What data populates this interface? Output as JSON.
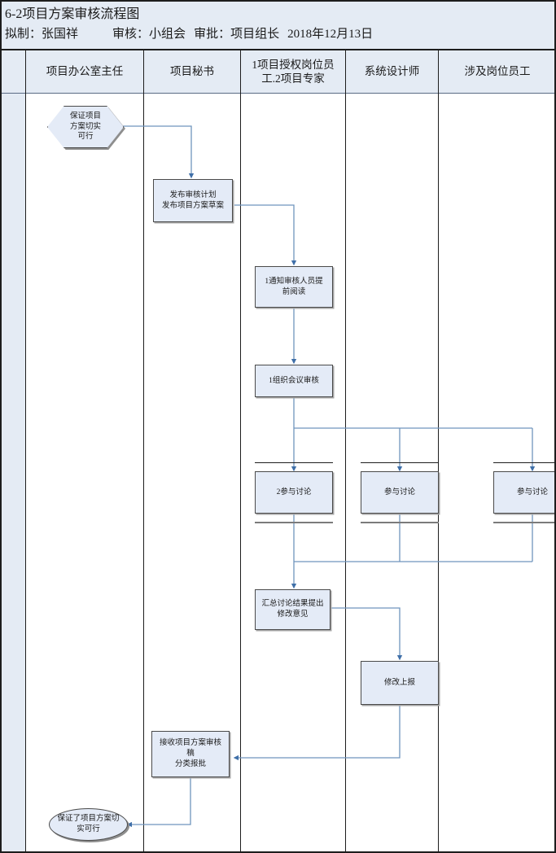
{
  "document": {
    "title": "6-2项目方案审核流程图",
    "meta": {
      "prepared_label": "拟制：",
      "prepared_by": "张国祥",
      "reviewed_label": "审核：",
      "reviewed_by": "小组会",
      "approved_label": "审批：",
      "approved_by": "项目组长",
      "date": "2018年12月13日"
    }
  },
  "lanes": [
    {
      "id": "lane-gutter",
      "label": ""
    },
    {
      "id": "lane-office-director",
      "label": "项目办公室主任"
    },
    {
      "id": "lane-project-secretary",
      "label": "项目秘书"
    },
    {
      "id": "lane-authorized-staff",
      "label": "1项目授权岗位员工.2项目专家"
    },
    {
      "id": "lane-system-designer",
      "label": "系统设计师"
    },
    {
      "id": "lane-involved-staff",
      "label": "涉及岗位员工"
    }
  ],
  "flowchart": {
    "type": "swimlane-flowchart",
    "nodes": [
      {
        "id": "n1",
        "shape": "hexagon",
        "lane": "lane-office-director",
        "text": "保证项目\n方案切实\n可行"
      },
      {
        "id": "n2",
        "shape": "process",
        "lane": "lane-project-secretary",
        "text": "发布审核计划\n发布项目方案草案"
      },
      {
        "id": "n3",
        "shape": "process",
        "lane": "lane-authorized-staff",
        "text": "1通知审核人员提\n前阅读"
      },
      {
        "id": "n4",
        "shape": "process",
        "lane": "lane-authorized-staff",
        "text": "1组织会议审核"
      },
      {
        "id": "n5",
        "shape": "process",
        "lane": "lane-authorized-staff",
        "text": "2参与讨论"
      },
      {
        "id": "n6",
        "shape": "process",
        "lane": "lane-system-designer",
        "text": "参与讨论"
      },
      {
        "id": "n7",
        "shape": "process",
        "lane": "lane-involved-staff",
        "text": "参与讨论"
      },
      {
        "id": "n8",
        "shape": "process",
        "lane": "lane-authorized-staff",
        "text": "汇总讨论结果提出\n修改意见"
      },
      {
        "id": "n9",
        "shape": "process",
        "lane": "lane-system-designer",
        "text": "修改上报"
      },
      {
        "id": "n10",
        "shape": "process",
        "lane": "lane-project-secretary",
        "text": "接收项目方案审核\n稿\n分类报批"
      },
      {
        "id": "n11",
        "shape": "oval",
        "lane": "lane-office-director",
        "text": "保证了项目方案切\n实可行"
      }
    ],
    "edges": [
      {
        "from": "n1",
        "to": "n2"
      },
      {
        "from": "n2",
        "to": "n3"
      },
      {
        "from": "n3",
        "to": "n4"
      },
      {
        "from": "n4",
        "to": "n5"
      },
      {
        "from": "n4",
        "to": "n6"
      },
      {
        "from": "n4",
        "to": "n7"
      },
      {
        "from": "n5",
        "to": "n8"
      },
      {
        "from": "n6",
        "to": "n8"
      },
      {
        "from": "n7",
        "to": "n8"
      },
      {
        "from": "n8",
        "to": "n9"
      },
      {
        "from": "n9",
        "to": "n10"
      },
      {
        "from": "n10",
        "to": "n11"
      }
    ]
  },
  "colors": {
    "header_fill": "#e4ebf4",
    "shape_fill": "#e4ebf7",
    "shape_stroke": "#4a4a4a",
    "connector": "#6f94bd",
    "border": "#1d1d1d",
    "bar_grey": "#7b7b7b"
  }
}
